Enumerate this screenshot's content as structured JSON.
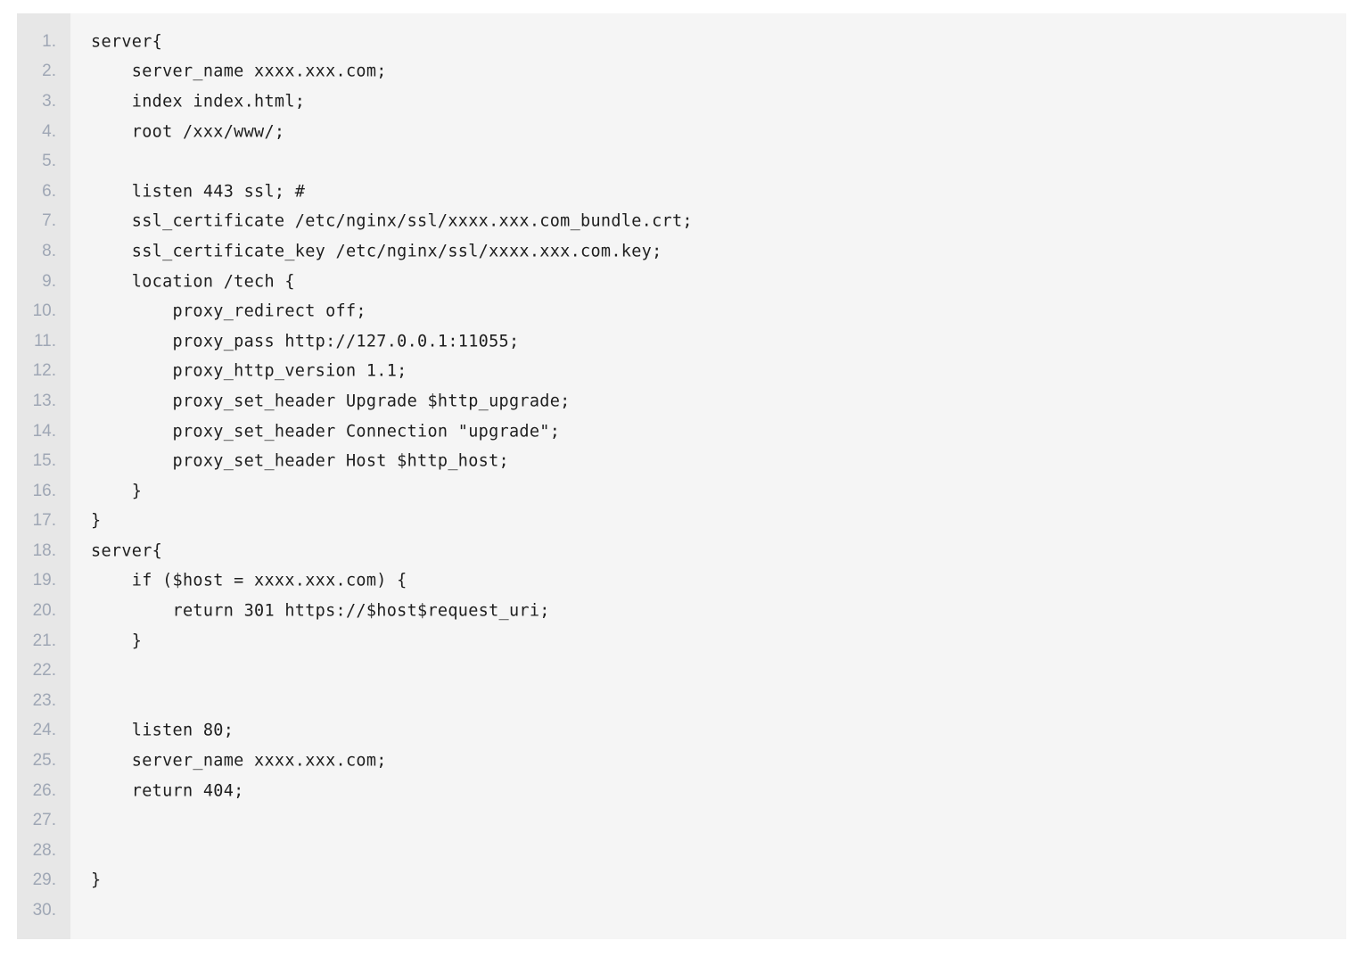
{
  "code_block": {
    "lines": [
      {
        "number": "1.",
        "code": "server{"
      },
      {
        "number": "2.",
        "code": "    server_name xxxx.xxx.com;"
      },
      {
        "number": "3.",
        "code": "    index index.html;"
      },
      {
        "number": "4.",
        "code": "    root /xxx/www/;"
      },
      {
        "number": "5.",
        "code": ""
      },
      {
        "number": "6.",
        "code": "    listen 443 ssl; #"
      },
      {
        "number": "7.",
        "code": "    ssl_certificate /etc/nginx/ssl/xxxx.xxx.com_bundle.crt;"
      },
      {
        "number": "8.",
        "code": "    ssl_certificate_key /etc/nginx/ssl/xxxx.xxx.com.key;"
      },
      {
        "number": "9.",
        "code": "    location /tech {"
      },
      {
        "number": "10.",
        "code": "        proxy_redirect off;"
      },
      {
        "number": "11.",
        "code": "        proxy_pass http://127.0.0.1:11055;"
      },
      {
        "number": "12.",
        "code": "        proxy_http_version 1.1;"
      },
      {
        "number": "13.",
        "code": "        proxy_set_header Upgrade $http_upgrade;"
      },
      {
        "number": "14.",
        "code": "        proxy_set_header Connection \"upgrade\";"
      },
      {
        "number": "15.",
        "code": "        proxy_set_header Host $http_host;"
      },
      {
        "number": "16.",
        "code": "    }"
      },
      {
        "number": "17.",
        "code": "}"
      },
      {
        "number": "18.",
        "code": "server{"
      },
      {
        "number": "19.",
        "code": "    if ($host = xxxx.xxx.com) {"
      },
      {
        "number": "20.",
        "code": "        return 301 https://$host$request_uri;"
      },
      {
        "number": "21.",
        "code": "    }"
      },
      {
        "number": "22.",
        "code": ""
      },
      {
        "number": "23.",
        "code": ""
      },
      {
        "number": "24.",
        "code": "    listen 80;"
      },
      {
        "number": "25.",
        "code": "    server_name xxxx.xxx.com;"
      },
      {
        "number": "26.",
        "code": "    return 404;"
      },
      {
        "number": "27.",
        "code": ""
      },
      {
        "number": "28.",
        "code": ""
      },
      {
        "number": "29.",
        "code": "}"
      },
      {
        "number": "30.",
        "code": ""
      }
    ]
  }
}
